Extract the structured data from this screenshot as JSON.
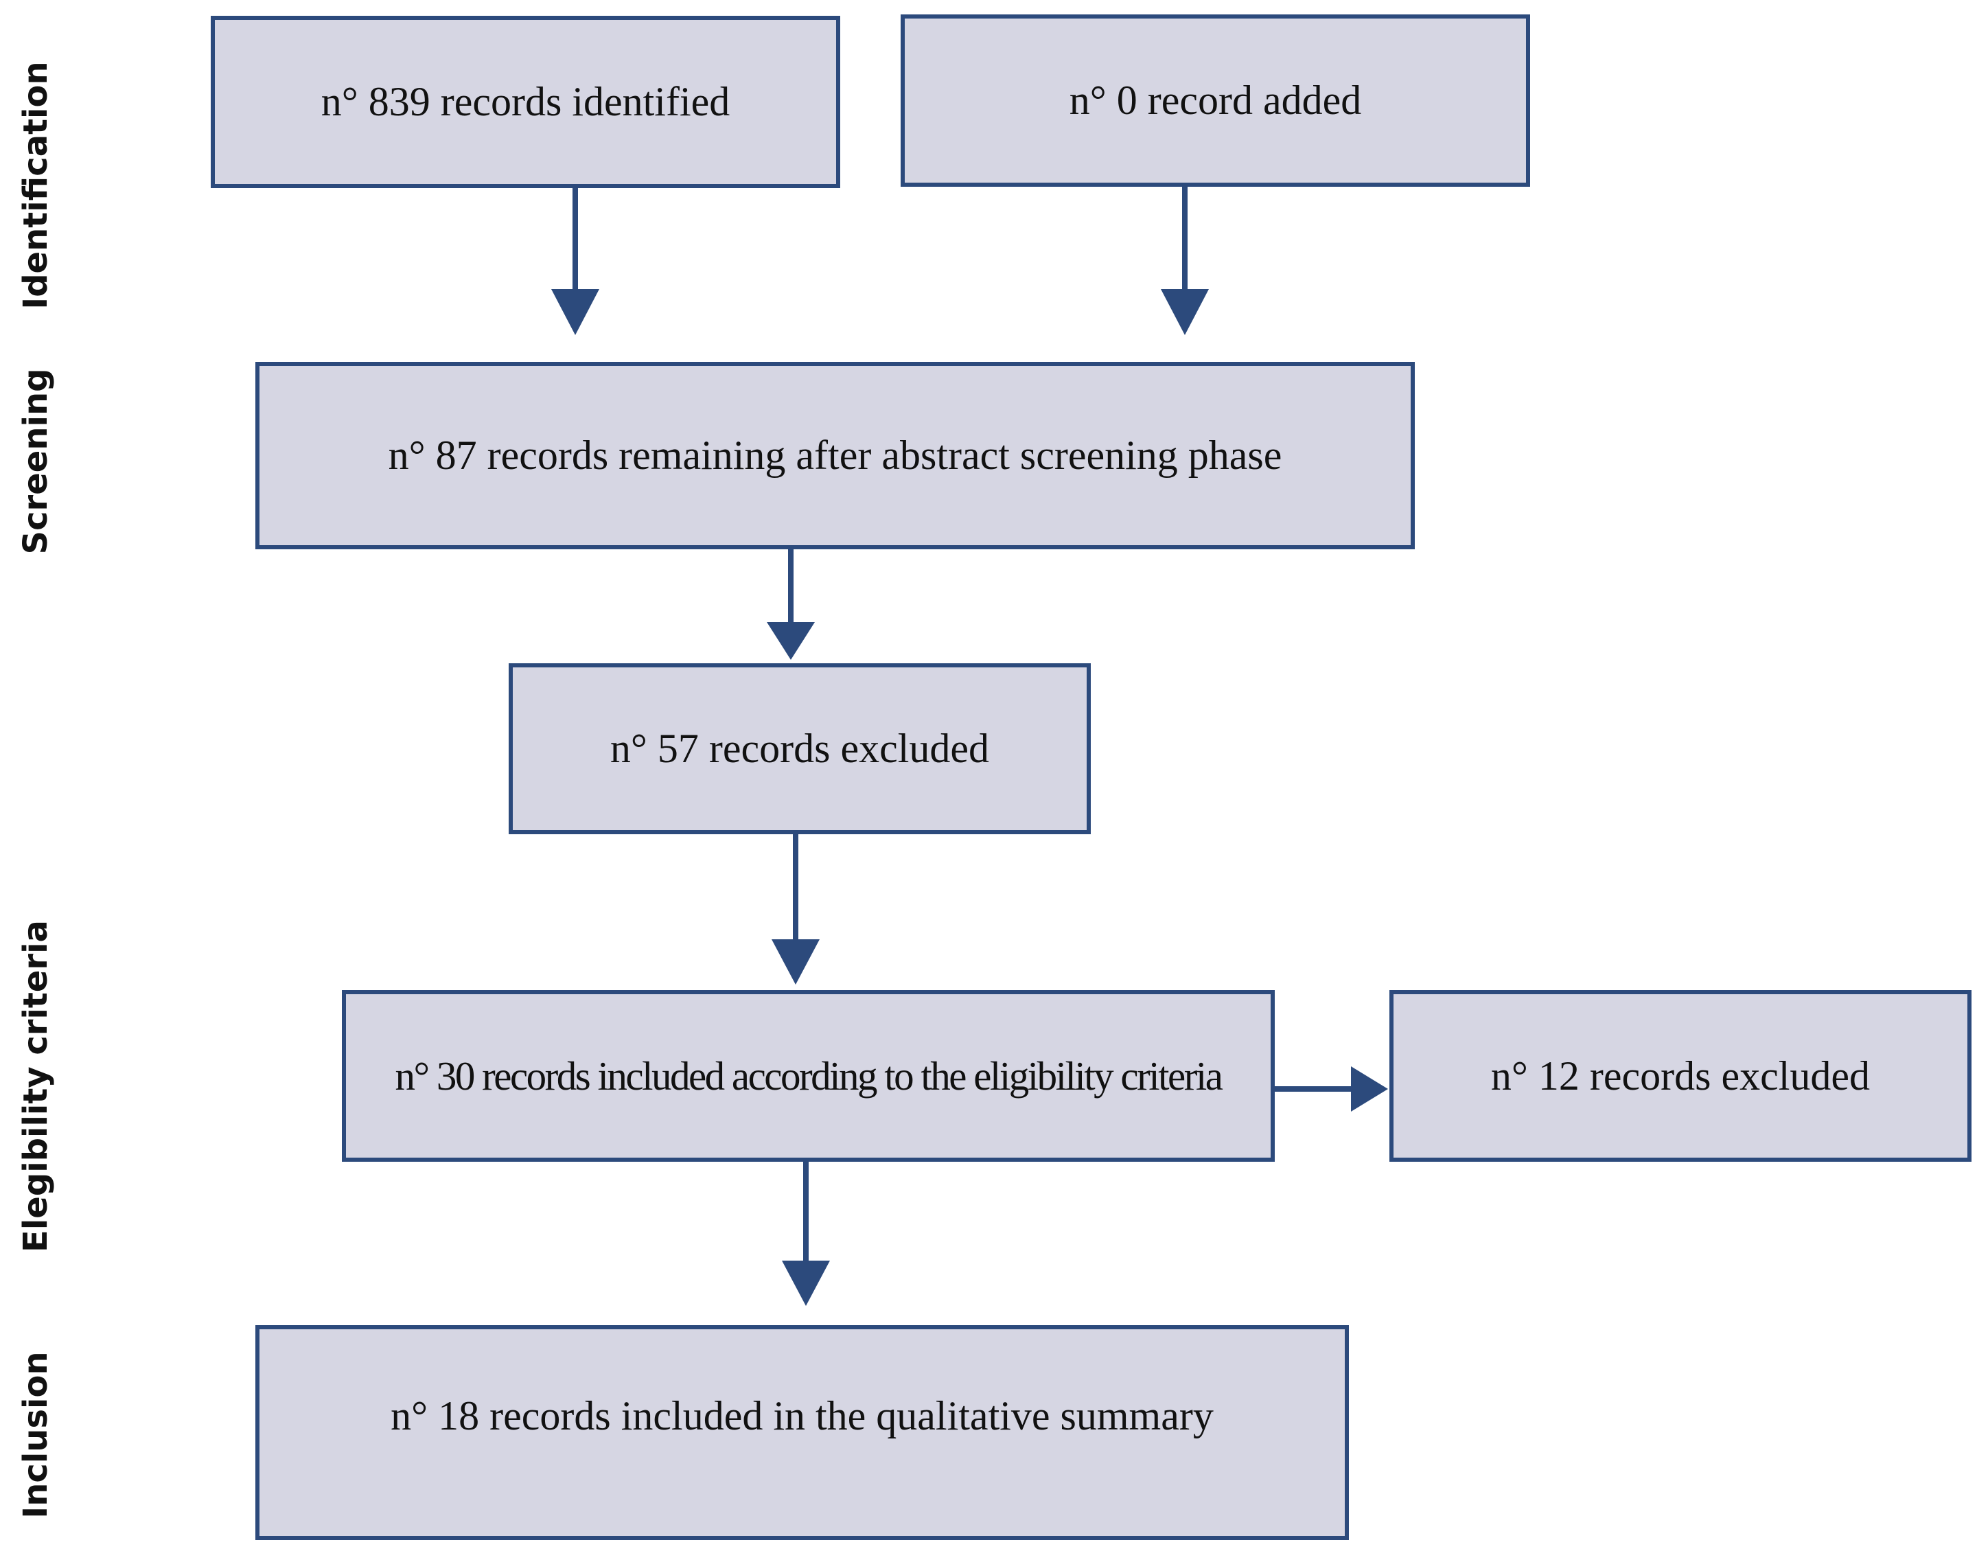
{
  "phases": {
    "identification": "Identification",
    "screening": "Screening",
    "eligibility": "Elegibility criteria",
    "inclusion": "Inclusion"
  },
  "boxes": {
    "identified": "n° 839 records identified",
    "added": "n° 0 record added",
    "remaining": "n° 87 records remaining after abstract screening phase",
    "excluded_57": "n° 57 records excluded",
    "eligible": "n° 30 records included according to the eligibility criteria",
    "excluded_12": "n° 12 records excluded",
    "included": "n° 18 records included in the qualitative summary"
  },
  "colors": {
    "box_fill": "#d6d6e3",
    "border_and_arrows": "#2c4a7c"
  }
}
